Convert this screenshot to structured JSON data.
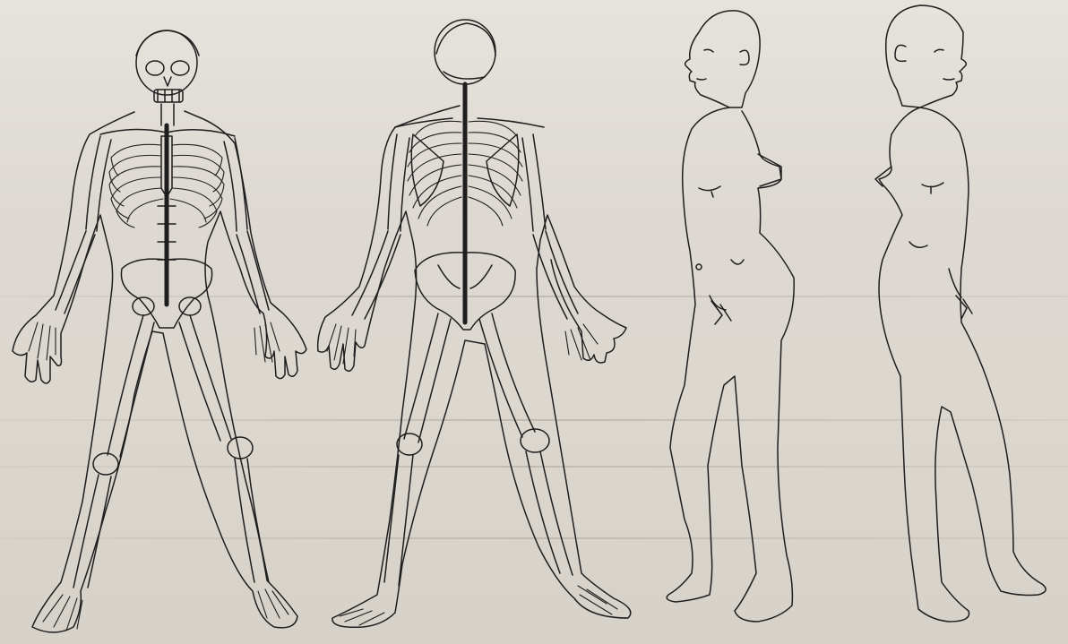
{
  "sheet": {
    "paper_color": "#dedad3",
    "ink_color": "#1e1e1e",
    "figures": [
      {
        "name": "skeleton-front-view"
      },
      {
        "name": "skeleton-back-view"
      },
      {
        "name": "body-outline-left-profile"
      },
      {
        "name": "body-outline-right-profile"
      }
    ]
  }
}
